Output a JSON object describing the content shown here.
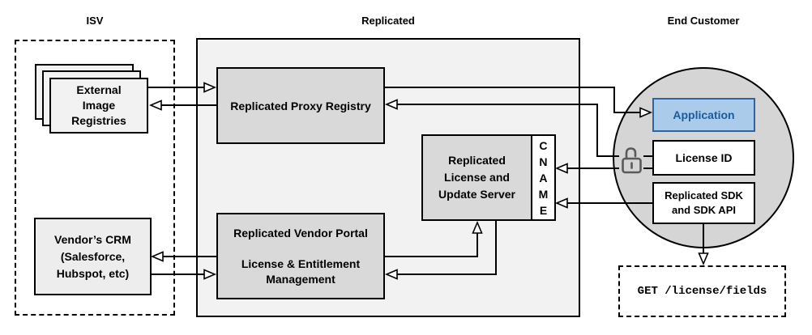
{
  "sections": {
    "isv": {
      "title": "ISV"
    },
    "replicated": {
      "title": "Replicated"
    },
    "end_customer": {
      "title": "End Customer"
    }
  },
  "nodes": {
    "external_registries": {
      "label": "External\nImage\nRegistries"
    },
    "vendor_crm": {
      "label": "Vendor’s CRM\n(Salesforce,\nHubspot, etc)"
    },
    "proxy_registry": {
      "label": "Replicated Proxy Registry"
    },
    "vendor_portal": {
      "label": "Replicated Vendor Portal\n\nLicense & Entitlement\nManagement"
    },
    "license_update_server": {
      "label": "Replicated\nLicense and\nUpdate Server"
    },
    "cname": {
      "label": "C\nN\nA\nM\nE"
    },
    "application": {
      "label": "Application"
    },
    "license_id": {
      "label": "License ID"
    },
    "replicated_sdk": {
      "label": "Replicated SDK\nand SDK API"
    },
    "get_endpoint": {
      "label": "GET /license/fields"
    }
  },
  "icons": {
    "unlock": "open-padlock"
  },
  "colors": {
    "container_fill": "#f2f2f2",
    "node_gray_fill": "#d9d9d9",
    "light_box_fill": "#f2f2f2",
    "crm_fill": "#ededed",
    "circle_fill": "#d5d5d5",
    "application_fill": "#aacbe9",
    "application_border": "#2b66a0",
    "application_text": "#1a5c9c",
    "line_color": "#000000",
    "lock_color": "#5a5a5a"
  }
}
